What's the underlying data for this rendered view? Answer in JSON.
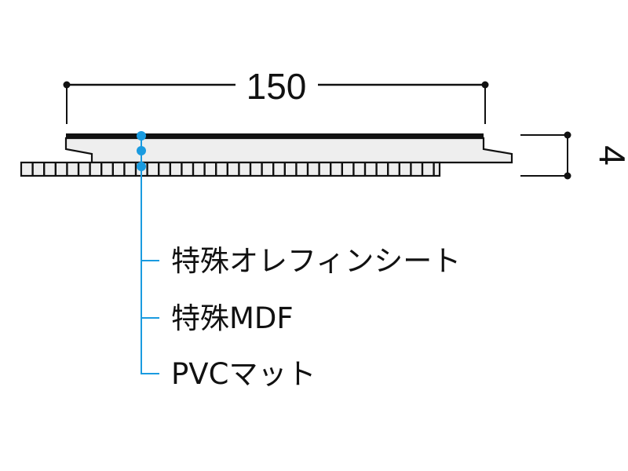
{
  "dimensions": {
    "width": "150",
    "thickness": "4"
  },
  "layers": [
    {
      "label": "特殊オレフィンシート"
    },
    {
      "label": "特殊MDF"
    },
    {
      "label": "PVCマット"
    }
  ],
  "colors": {
    "leader": "#1a9be0",
    "fill": "#eeeeee",
    "line": "#111111"
  }
}
